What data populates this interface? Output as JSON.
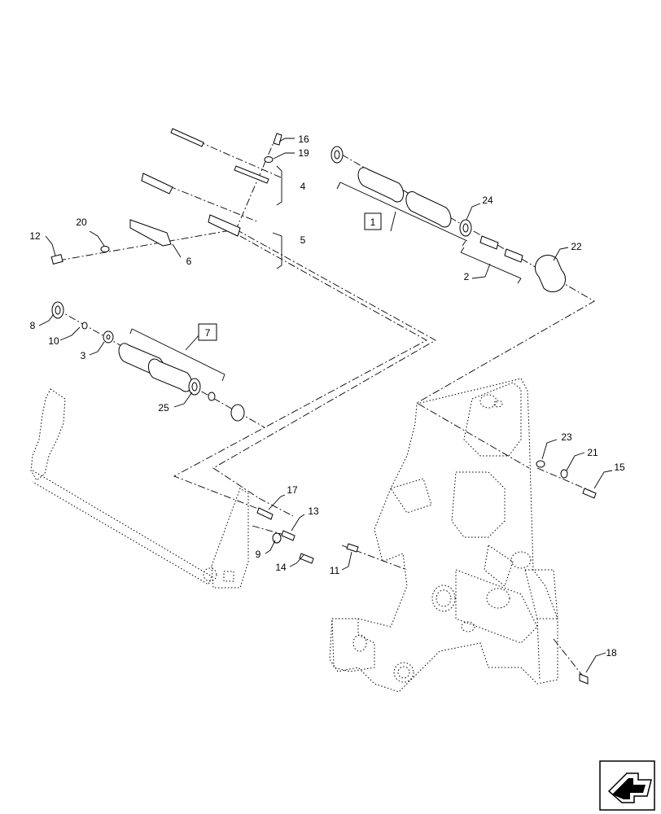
{
  "callouts": {
    "c1": "1",
    "c2": "2",
    "c3": "3",
    "c4": "4",
    "c5": "5",
    "c6": "6",
    "c7": "7",
    "c8": "8",
    "c9": "9",
    "c10": "10",
    "c11": "11",
    "c12": "12",
    "c13": "13",
    "c14": "14",
    "c15": "15",
    "c16": "16",
    "c17": "17",
    "c18": "18",
    "c19": "19",
    "c20": "20",
    "c21": "21",
    "c22": "22",
    "c23": "23",
    "c24": "24",
    "c25": "25"
  },
  "nav_icon": "next-page-arrow-icon"
}
